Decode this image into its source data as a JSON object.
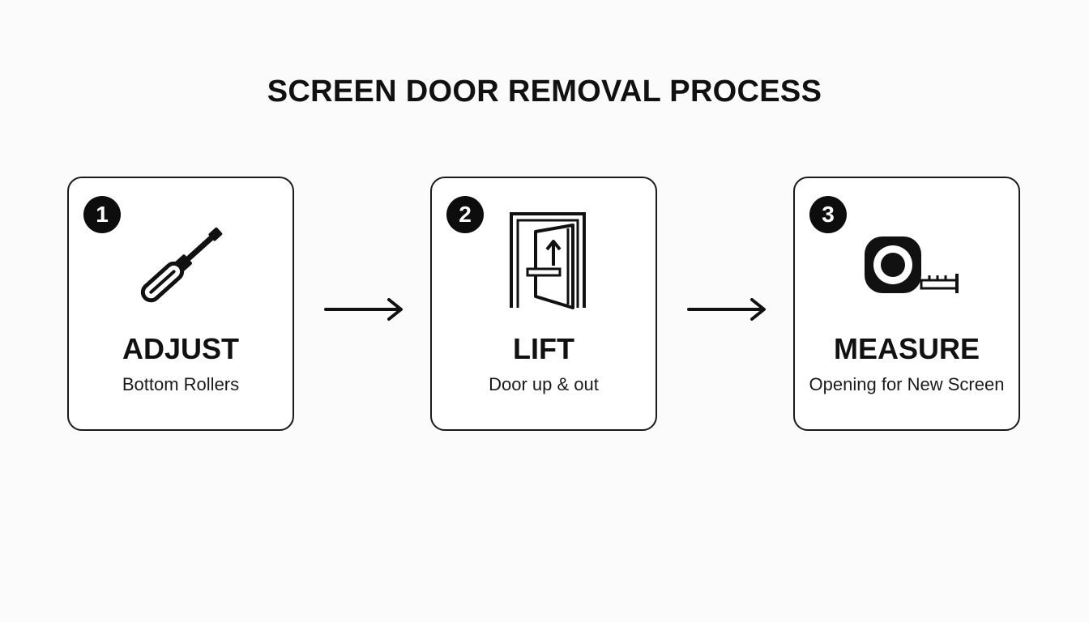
{
  "title": "SCREEN DOOR REMOVAL PROCESS",
  "steps": [
    {
      "number": "1",
      "title": "ADJUST",
      "subtitle": "Bottom Rollers",
      "icon": "screwdriver-icon"
    },
    {
      "number": "2",
      "title": "LIFT",
      "subtitle": "Door up & out",
      "icon": "door-lift-icon"
    },
    {
      "number": "3",
      "title": "MEASURE",
      "subtitle": "Opening for New Screen",
      "icon": "tape-measure-icon"
    }
  ],
  "connectors": [
    "arrow-right-icon",
    "arrow-right-icon"
  ],
  "colors": {
    "background": "#fbfbfb",
    "ink": "#111111",
    "card_border": "#1a1a1a"
  }
}
